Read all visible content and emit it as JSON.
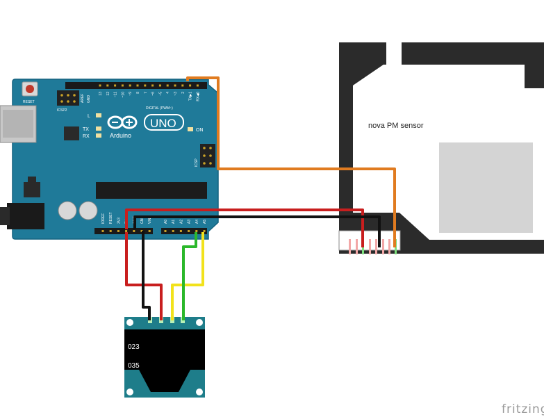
{
  "arduino": {
    "reset_label": "RESET",
    "icsp2_label": "ICSP2",
    "icsp_label": "ICSP",
    "l_label": "L",
    "tx_label": "TX",
    "rx_label": "RX",
    "on_label": "ON",
    "brand_label": "Arduino",
    "model_label": "UNO",
    "digital_label": "DIGITAL (PWM~)",
    "aref_label": "AREF",
    "gnd_label": "GND",
    "top_pins": [
      "13",
      "12",
      "~11",
      "~10",
      "~9",
      "8",
      "7",
      "~6",
      "~5",
      "4",
      "~3",
      "2",
      "TX▶1",
      "RX◀0"
    ],
    "power_pins": [
      "IOREF",
      "RESET",
      "3V3",
      "5V",
      "GND",
      "GND",
      "VIN"
    ],
    "analog_pins": [
      "A0",
      "A1",
      "A2",
      "A3",
      "A4",
      "A5"
    ]
  },
  "sensor": {
    "label": "nova PM sensor"
  },
  "oled": {
    "line1": "023",
    "line2": "035"
  },
  "watermark": "fritzing",
  "colors": {
    "board": "#1f7a99",
    "board_edge": "#156380",
    "wire_red": "#c81e1e",
    "wire_black": "#111111",
    "wire_green": "#2bb82b",
    "wire_yellow": "#f2e21b",
    "wire_orange": "#e07b20",
    "sensor_frame": "#2b2b2b",
    "oled_board": "#1e7d8a"
  }
}
